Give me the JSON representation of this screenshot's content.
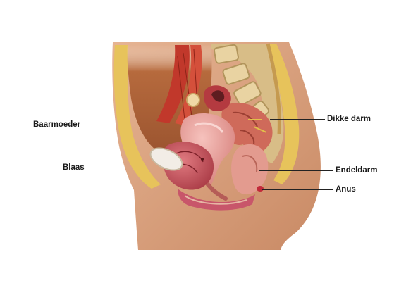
{
  "diagram": {
    "labels": {
      "baarmoeder": "Baarmoeder",
      "blaas": "Blaas",
      "dikke_darm": "Dikke darm",
      "endeldarm": "Endeldarm",
      "anus": "Anus"
    },
    "colors": {
      "skin": "#dba17c",
      "fat": "#e8c55a",
      "muscle": "#c0392b",
      "uterus": "#e59a96",
      "bladder": "#c8505a",
      "intestine": "#d06a5a",
      "bone": "#d9c08a",
      "line": "#222222"
    }
  }
}
